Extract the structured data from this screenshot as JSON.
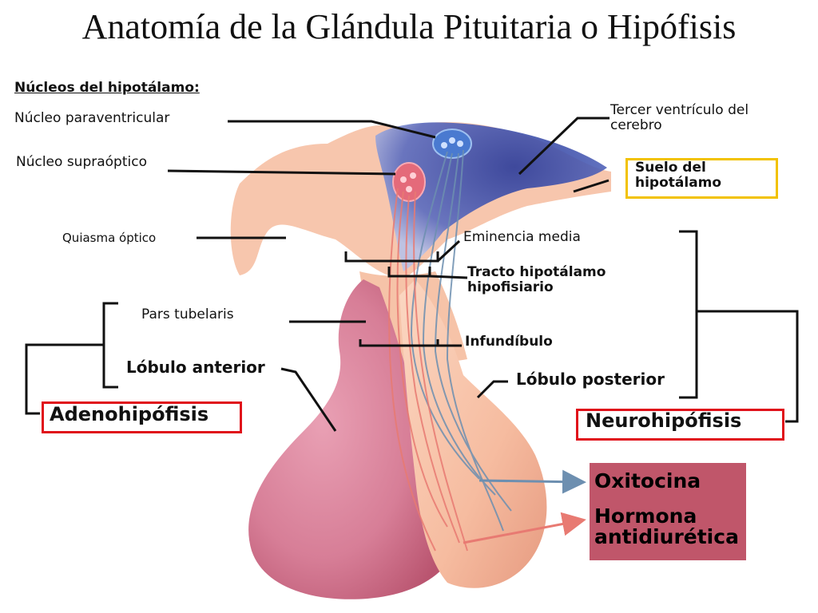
{
  "title": "Anatomía de la Glándula Pituitaria o Hipófisis",
  "labels": {
    "nucleos_header": "Núcleos del hipotálamo:",
    "paraventricular": "Núcleo paraventricular",
    "supraoptico": "Núcleo supraóptico",
    "quiasma": "Quiasma óptico",
    "tercer_ventriculo_1": "Tercer ventrículo del",
    "tercer_ventriculo_2": "cerebro",
    "suelo_1": "Suelo del",
    "suelo_2": "hipotálamo",
    "eminencia": "Eminencia media",
    "tracto_1": "Tracto hipotálamo",
    "tracto_2": "hipofisiario",
    "pars": "Pars tubelaris",
    "infundibulo": "Infundíbulo",
    "lobulo_anterior": "Lóbulo anterior",
    "lobulo_posterior": "Lóbulo posterior",
    "adenohipofisis": "Adenohipófisis",
    "neurohipofisis": "Neurohipófisis"
  },
  "hormones": {
    "oxitocina": "Oxitocina",
    "adh_1": "Hormona",
    "adh_2": "antidiurética"
  },
  "colors": {
    "highlight_yellow": "#f2c200",
    "highlight_red": "#e0101a",
    "hormone_box": "#c0566a",
    "arrow_blue": "#6d8fb0",
    "arrow_red": "#e87a72"
  }
}
